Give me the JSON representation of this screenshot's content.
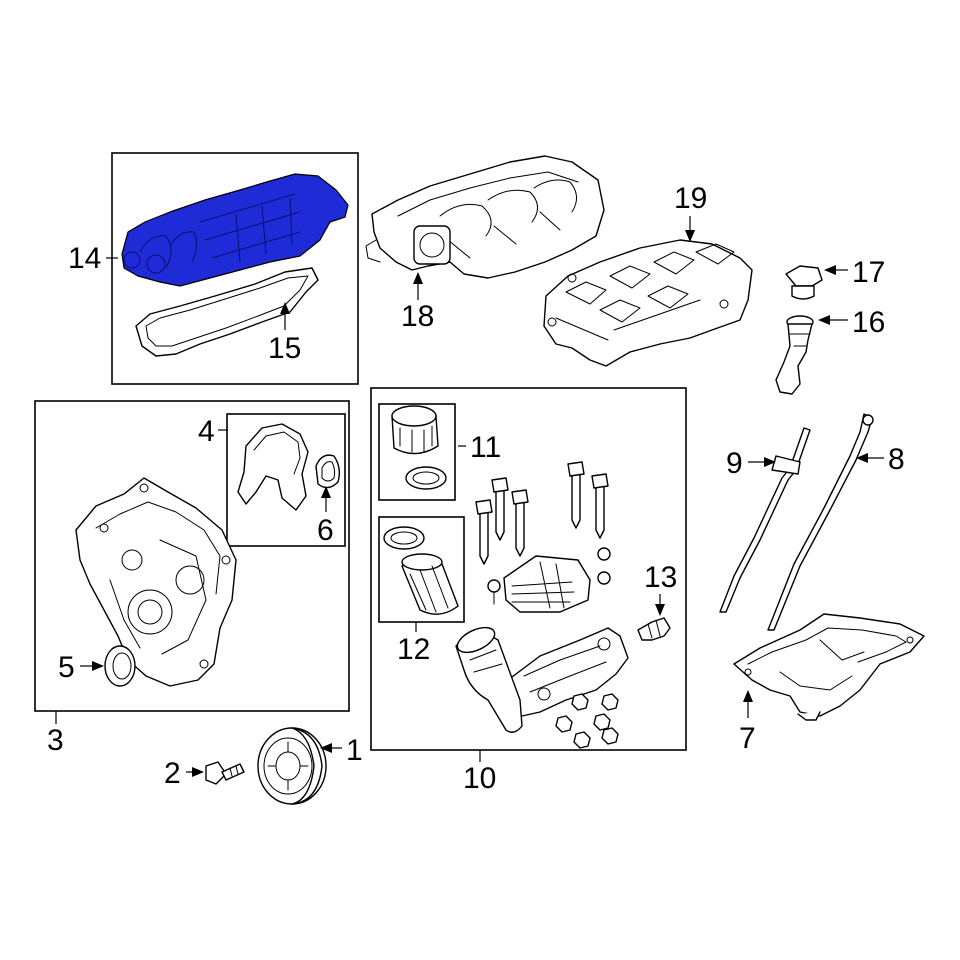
{
  "highlight_color": "#1e2bd6",
  "callouts": {
    "c1": "1",
    "c2": "2",
    "c3": "3",
    "c4": "4",
    "c5": "5",
    "c6": "6",
    "c7": "7",
    "c8": "8",
    "c9": "9",
    "c10": "10",
    "c11": "11",
    "c12": "12",
    "c13": "13",
    "c14": "14",
    "c15": "15",
    "c16": "16",
    "c17": "17",
    "c18": "18",
    "c19": "19"
  },
  "highlighted_part": "14"
}
